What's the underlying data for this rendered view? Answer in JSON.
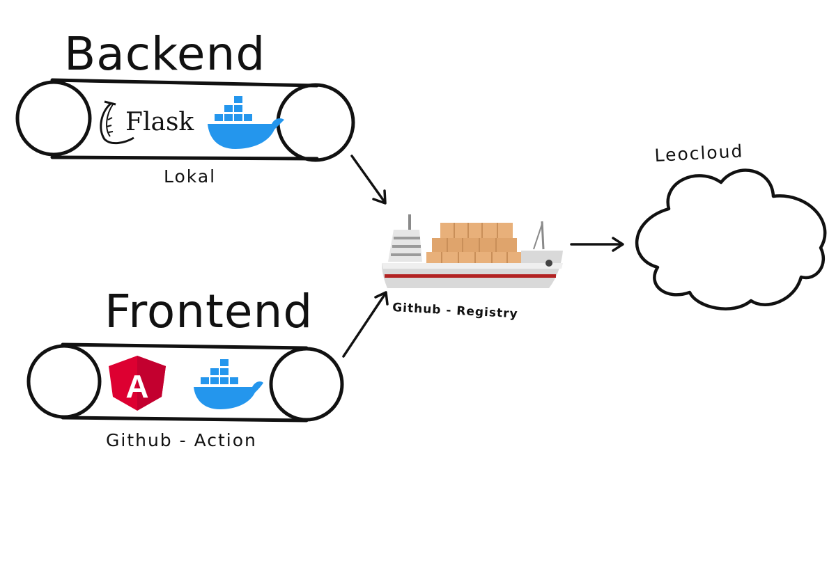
{
  "backend": {
    "title": "Backend",
    "caption": "Lokal",
    "flask_label": "Flask"
  },
  "frontend": {
    "title": "Frontend",
    "caption": "Github - Action",
    "angular_letter": "A"
  },
  "registry": {
    "caption": "Github - Registry"
  },
  "cloud": {
    "title": "Leocloud"
  },
  "colors": {
    "docker_blue": "#2496ED",
    "angular_red": "#DD0031",
    "crate_orange": "#E8B07A",
    "ship_stripe": "#B22222"
  }
}
